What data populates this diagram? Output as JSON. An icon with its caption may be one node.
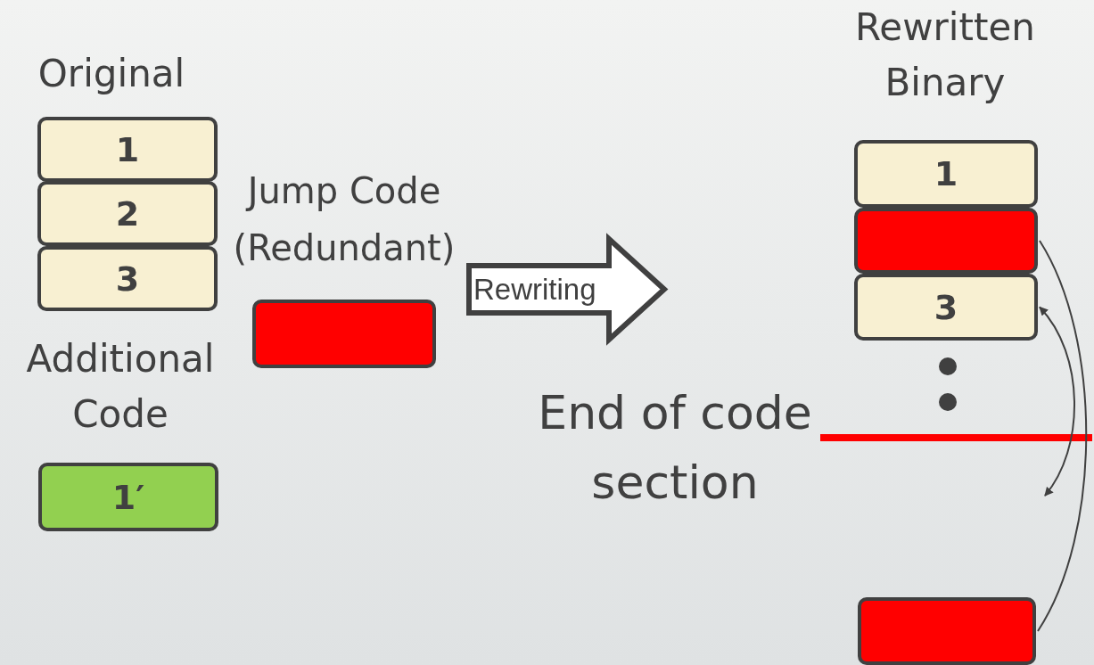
{
  "diagram": {
    "nodes": [
      {
        "text": [
          "1"
        ]
      },
      {
        "text": [
          "2"
        ]
      },
      {
        "text": [
          "3"
        ]
      },
      {
        "text": [],
        "shape": "box"
      },
      {
        "text": [
          "1′"
        ]
      },
      {
        "text": [
          "Rewriting"
        ]
      },
      {
        "text": [
          "1"
        ]
      },
      {
        "text": [],
        "shape": "box"
      },
      {
        "text": [
          "3"
        ]
      },
      {
        "text": [],
        "shape": "box"
      }
    ],
    "edges": [
      {
        "from": 7,
        "to": 9,
        "arrow": "none"
      },
      {
        "from": 8,
        "to": null,
        "arrow": "both"
      }
    ],
    "labels": [
      "Rewritten Binary",
      "Original",
      "Jump Code (Redundant)",
      "Additional Code",
      "End of code section"
    ]
  }
}
